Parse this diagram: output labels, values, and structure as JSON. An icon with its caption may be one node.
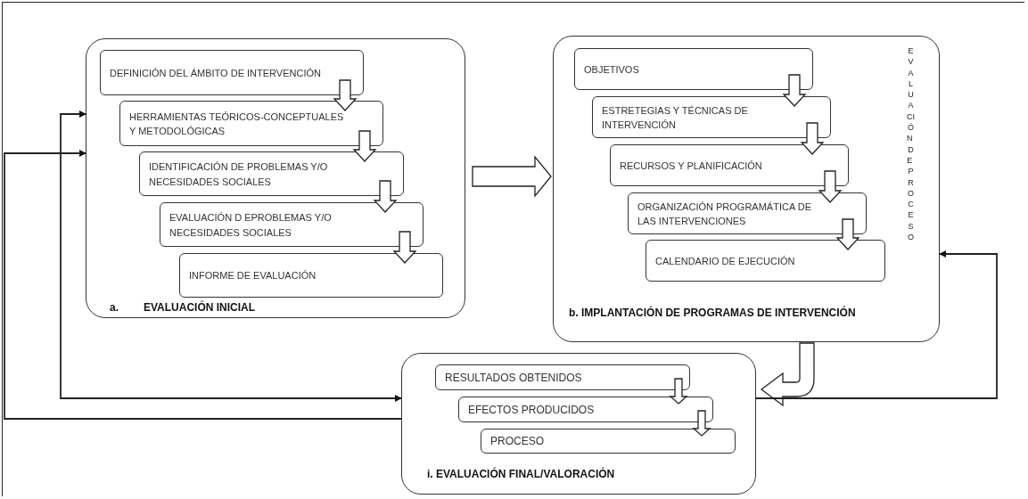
{
  "diagram": {
    "nodes": [
      {
        "text": [
          "a.",
          "EVALUACIÓN INICIAL"
        ]
      },
      {
        "text": [
          "DEFINICIÓN DEL ÁMBITO DE INTERVENCIÓN"
        ],
        "in": 0
      },
      {
        "text": [
          "HERRAMIENTAS TEÓRICOS-CONCEPTUALES Y METODOLÓGICAS"
        ],
        "in": 0
      },
      {
        "text": [
          "IDENTIFICACIÓN DE PROBLEMAS Y/O NECESIDADES SOCIALES"
        ],
        "in": 0
      },
      {
        "text": [
          "EVALUACIÓN D EPROBLEMAS Y/O NECESIDADES SOCIALES"
        ],
        "in": 0
      },
      {
        "text": [
          "INFORME DE EVALUACIÓN"
        ],
        "in": 0
      },
      {
        "text": [
          "b. IMPLANTACIÓN DE PROGRAMAS DE INTERVENCIÓN",
          "EVALUACIÓN DE PROCESO"
        ]
      },
      {
        "text": [
          "OBJETIVOS"
        ],
        "in": 6
      },
      {
        "text": [
          "ESTRETEGIAS Y TÉCNICAS DE INTERVENCIÓN"
        ],
        "in": 6
      },
      {
        "text": [
          "RECURSOS Y PLANIFICACIÓN"
        ],
        "in": 6
      },
      {
        "text": [
          "ORGANIZACIÓN PROGRAMÁTICA DE LAS INTERVENCIONES"
        ],
        "in": 6
      },
      {
        "text": [
          "CALENDARIO DE EJECUCIÓN"
        ],
        "in": 6
      },
      {
        "text": [
          "i. EVALUACIÓN FINAL/VALORACIÓN"
        ]
      },
      {
        "text": [
          "RESULTADOS OBTENIDOS"
        ],
        "in": 12
      },
      {
        "text": [
          "EFECTOS PRODUCIDOS"
        ],
        "in": 12
      },
      {
        "text": [
          "PROCESO"
        ],
        "in": 12
      }
    ],
    "edges": [
      {
        "from": 1,
        "to": 2,
        "arrow": "to",
        "style": "thick"
      },
      {
        "from": 2,
        "to": 3,
        "arrow": "to",
        "style": "thick"
      },
      {
        "from": 3,
        "to": 4,
        "arrow": "to",
        "style": "thick"
      },
      {
        "from": 4,
        "to": 5,
        "arrow": "to",
        "style": "thick"
      },
      {
        "from": 7,
        "to": 8,
        "arrow": "to",
        "style": "thick"
      },
      {
        "from": 8,
        "to": 9,
        "arrow": "to",
        "style": "thick"
      },
      {
        "from": 9,
        "to": 10,
        "arrow": "to",
        "style": "thick"
      },
      {
        "from": 10,
        "to": 11,
        "arrow": "to",
        "style": "thick"
      },
      {
        "from": 13,
        "to": 14,
        "arrow": "to",
        "style": "thick"
      },
      {
        "from": 14,
        "to": 15,
        "arrow": "to",
        "style": "thick"
      },
      {
        "from": 0,
        "to": 6,
        "arrow": "to",
        "style": "thick"
      },
      {
        "from": 6,
        "to": 12,
        "arrow": "to",
        "style": "thick"
      },
      {
        "from": 0,
        "to": 12,
        "arrow": "both"
      },
      {
        "from": 12,
        "to": 0,
        "arrow": "to"
      },
      {
        "from": 12,
        "to": 6,
        "arrow": "to"
      }
    ]
  }
}
